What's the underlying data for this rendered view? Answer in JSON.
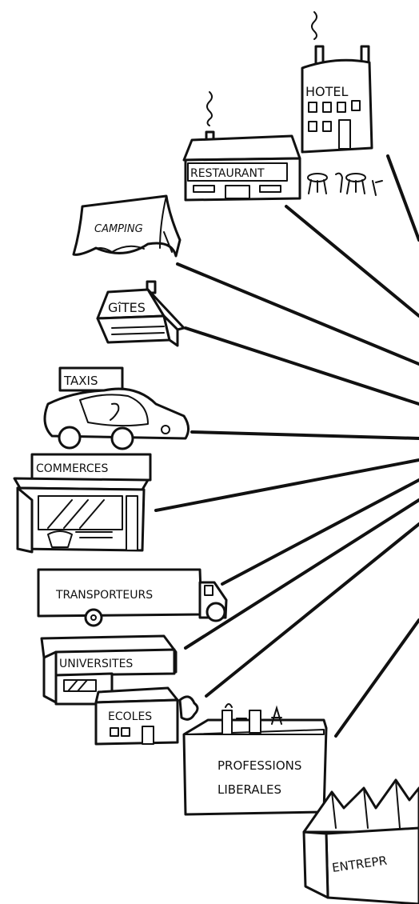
{
  "labels": {
    "hotel": "HOTEL",
    "restaurant": "RESTAURANT",
    "camping": "CAMPING",
    "gites": "GîTES",
    "taxis": "TAXIS",
    "commerces": "COMMERCES",
    "transporteurs": "TRANSPORTEURS",
    "universites": "UNIVERSITES",
    "ecoles": "ECOLES",
    "professions_line1": "PROFESSIONS",
    "professions_line2": "LIBERALES",
    "entreprises": "ENTREPR"
  }
}
